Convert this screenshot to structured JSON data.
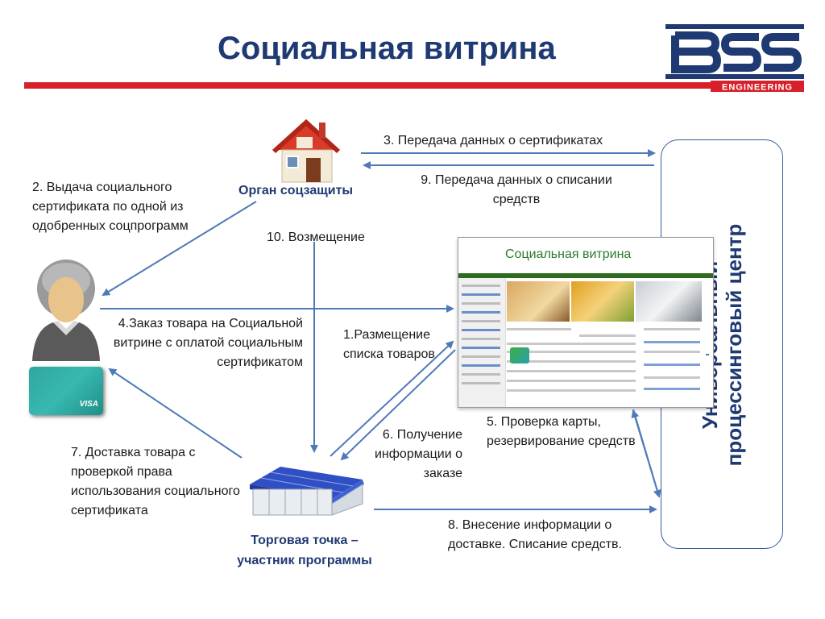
{
  "title": "Социальная витрина",
  "logo": {
    "brand": "BSS",
    "subtitle": "ENGINEERING"
  },
  "colors": {
    "title": "#1f3a73",
    "accent_bar": "#d8202a",
    "arrow": "#4f7ab8",
    "website_title": "#2c7a2c"
  },
  "nodes": {
    "social_agency": {
      "label": "Орган соцзащиты",
      "icon": "house-icon"
    },
    "citizen": {
      "icon": "person-icon",
      "card_label": "VISA"
    },
    "shop": {
      "label": "Торговая точка – участник программы",
      "icon": "pavilion-icon"
    },
    "processing_center": {
      "label": "Универсальный процессинговый центр"
    },
    "website": {
      "label": "Социальная витрина",
      "icon": "website-screenshot"
    }
  },
  "steps": {
    "s1": "1.Размещение списка товаров",
    "s2": "2. Выдача социального сертификата по одной из одобренных соцпрограмм",
    "s3": "3. Передача данных о сертификатах",
    "s4": "4.Заказ товара на Социальной витрине с оплатой социальным сертификатом",
    "s5": "5. Проверка карты, резервирование средств",
    "s6": "6. Получение информации о заказе",
    "s7": "7. Доставка товара с проверкой права использования социального сертификата",
    "s8": "8. Внесение информации о доставке. Списание средств.",
    "s9": "9. Передача данных о списании средств",
    "s10": "10. Возмещение"
  }
}
